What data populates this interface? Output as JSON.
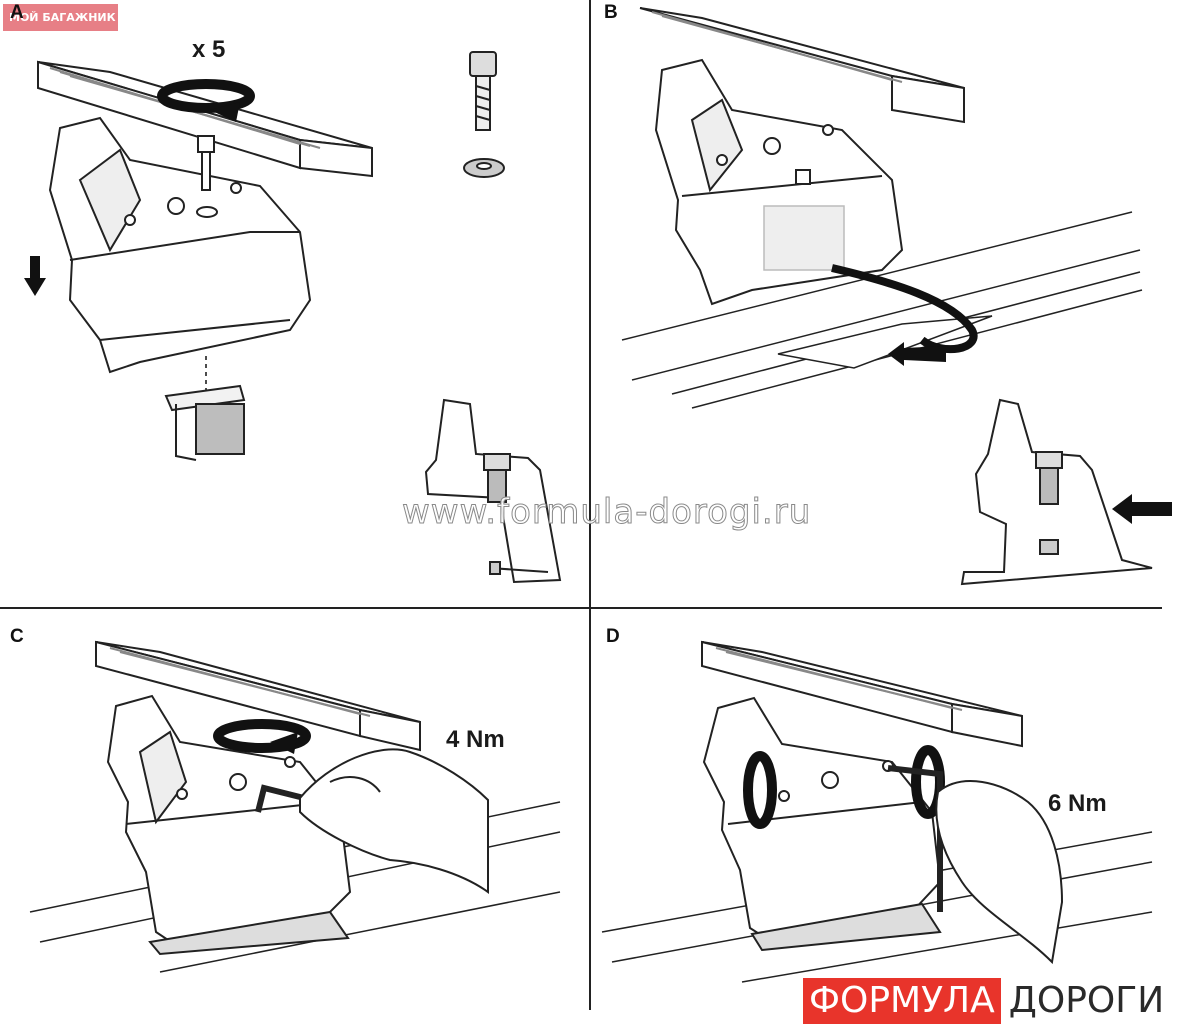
{
  "top_badge": "МОЙ БАГАЖНИК",
  "panels": [
    {
      "letter": "A"
    },
    {
      "letter": "B"
    },
    {
      "letter": "C"
    },
    {
      "letter": "D"
    }
  ],
  "callouts": {
    "turns": "x 5",
    "torque_c": "4 Nm",
    "torque_d": "6 Nm"
  },
  "watermark": "www.formula-dorogi.ru",
  "brand": {
    "part1": "ФОРМУЛА",
    "part2": "ДОРОГИ",
    "accent_color": "#e8342b"
  }
}
